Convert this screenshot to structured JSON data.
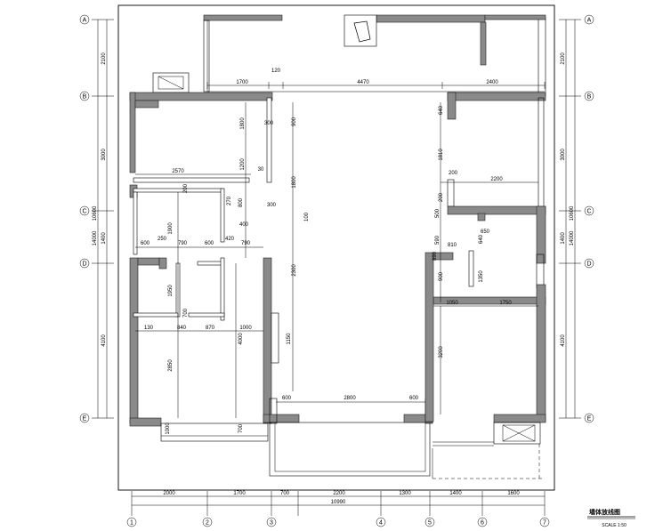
{
  "drawing": {
    "title": "墙体放线图",
    "scale": "SCALE  1:50"
  },
  "axes": {
    "left": [
      "A",
      "B",
      "C",
      "D",
      "E"
    ],
    "right": [
      "A",
      "B",
      "C",
      "D",
      "E"
    ],
    "bottom": [
      "1",
      "2",
      "3",
      "4",
      "5",
      "6",
      "7"
    ]
  },
  "dimensions": {
    "left_segments": [
      "2100",
      "3000",
      "1400",
      "4100"
    ],
    "left_partial": "14000",
    "left_total": "10600",
    "right_segments": [
      "2100",
      "3000",
      "1400",
      "4100"
    ],
    "right_partial": "14000",
    "right_total": "10600",
    "bottom_segments": [
      "2000",
      "1700",
      "700",
      "2200",
      "1300",
      "1400",
      "1600"
    ],
    "bottom_total": "10990",
    "top_row": [
      "1700",
      "120",
      "4470",
      "2400"
    ],
    "interior_h": [
      "2570",
      "600",
      "250",
      "790",
      "600",
      "420",
      "790",
      "130",
      "840",
      "870",
      "1000",
      "2800",
      "600",
      "600",
      "2200",
      "650",
      "810",
      "1050",
      "1750",
      "30",
      "200",
      "400"
    ],
    "interior_v": [
      "1800",
      "300",
      "1200",
      "900",
      "270",
      "800",
      "300",
      "1800",
      "200",
      "1950",
      "100",
      "2300",
      "1150",
      "4000",
      "2850",
      "700",
      "1900",
      "700",
      "1000",
      "640",
      "1810",
      "200",
      "500",
      "590",
      "900",
      "640",
      "3200",
      "890",
      "1350"
    ]
  }
}
